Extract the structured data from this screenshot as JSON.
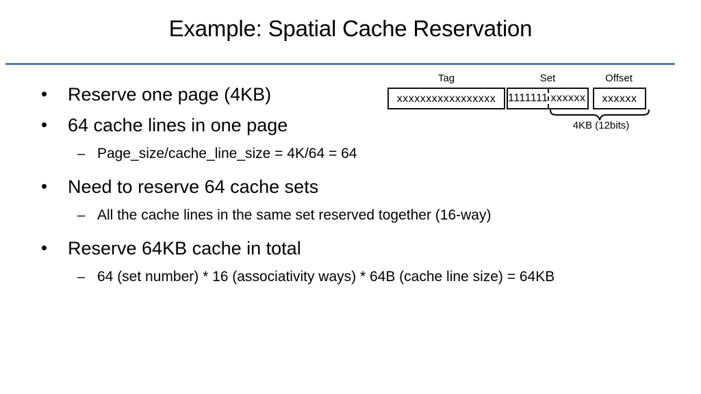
{
  "slide": {
    "title": "Example: Spatial Cache Reservation",
    "rule_color": "#4f81ae",
    "background_color": "#ffffff",
    "text_color": "#000000"
  },
  "body": {
    "bullets": [
      {
        "level": 1,
        "marker": "•",
        "text": "Reserve one page (4KB)"
      },
      {
        "level": 1,
        "marker": "•",
        "text": "64 cache lines in one page"
      },
      {
        "level": 2,
        "marker": "–",
        "text": "Page_size/cache_line_size = 4K/64 = 64"
      },
      {
        "level": 1,
        "marker": "•",
        "text": "Need to reserve 64 cache sets"
      },
      {
        "level": 2,
        "marker": "–",
        "text": "All the cache lines in the same set reserved together (16-way)"
      },
      {
        "level": 1,
        "marker": "•",
        "text": "Reserve 64KB cache in total"
      },
      {
        "level": 2,
        "marker": "–",
        "text": "64 (set number) * 16 (associativity ways) * 64B (cache line size) = 64KB"
      }
    ]
  },
  "diagram": {
    "labels": {
      "tag": "Tag",
      "set": "Set",
      "offset": "Offset"
    },
    "fields": {
      "tag_bits": "xxxxxxxxxxxxxxxxx",
      "set_fixed_bits": "1111111",
      "set_variable_bits": "xxxxxx",
      "offset_bits": "xxxxxx"
    },
    "annotation": "4KB (12bits)",
    "border_color": "#111111"
  }
}
